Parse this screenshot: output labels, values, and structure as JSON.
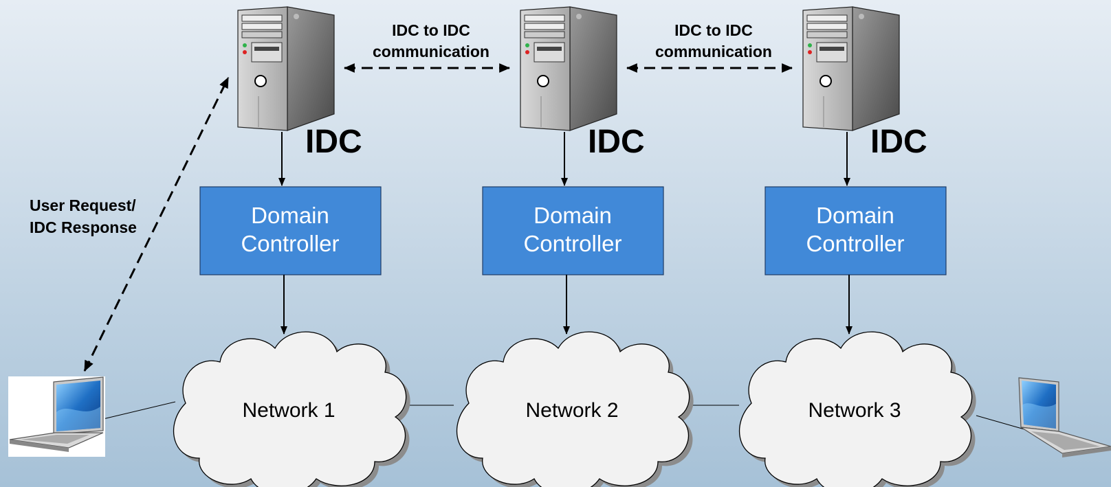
{
  "servers": [
    {
      "label": "IDC"
    },
    {
      "label": "IDC"
    },
    {
      "label": "IDC"
    }
  ],
  "domain_controllers": [
    {
      "line1": "Domain",
      "line2": "Controller"
    },
    {
      "line1": "Domain",
      "line2": "Controller"
    },
    {
      "line1": "Domain",
      "line2": "Controller"
    }
  ],
  "networks": [
    {
      "label": "Network 1"
    },
    {
      "label": "Network 2"
    },
    {
      "label": "Network 3"
    }
  ],
  "links": [
    {
      "line1": "IDC to IDC",
      "line2": "communication"
    },
    {
      "line1": "IDC to IDC",
      "line2": "communication"
    }
  ],
  "user_link": {
    "line1": "User Request/",
    "line2": "IDC Response"
  },
  "colors": {
    "background_top": "#e6edf4",
    "background_bottom": "#a6c1d7",
    "controller_fill": "#4189d8",
    "controller_text": "#ffffff",
    "cloud_fill": "#f2f2f2",
    "arrow": "#000000"
  }
}
